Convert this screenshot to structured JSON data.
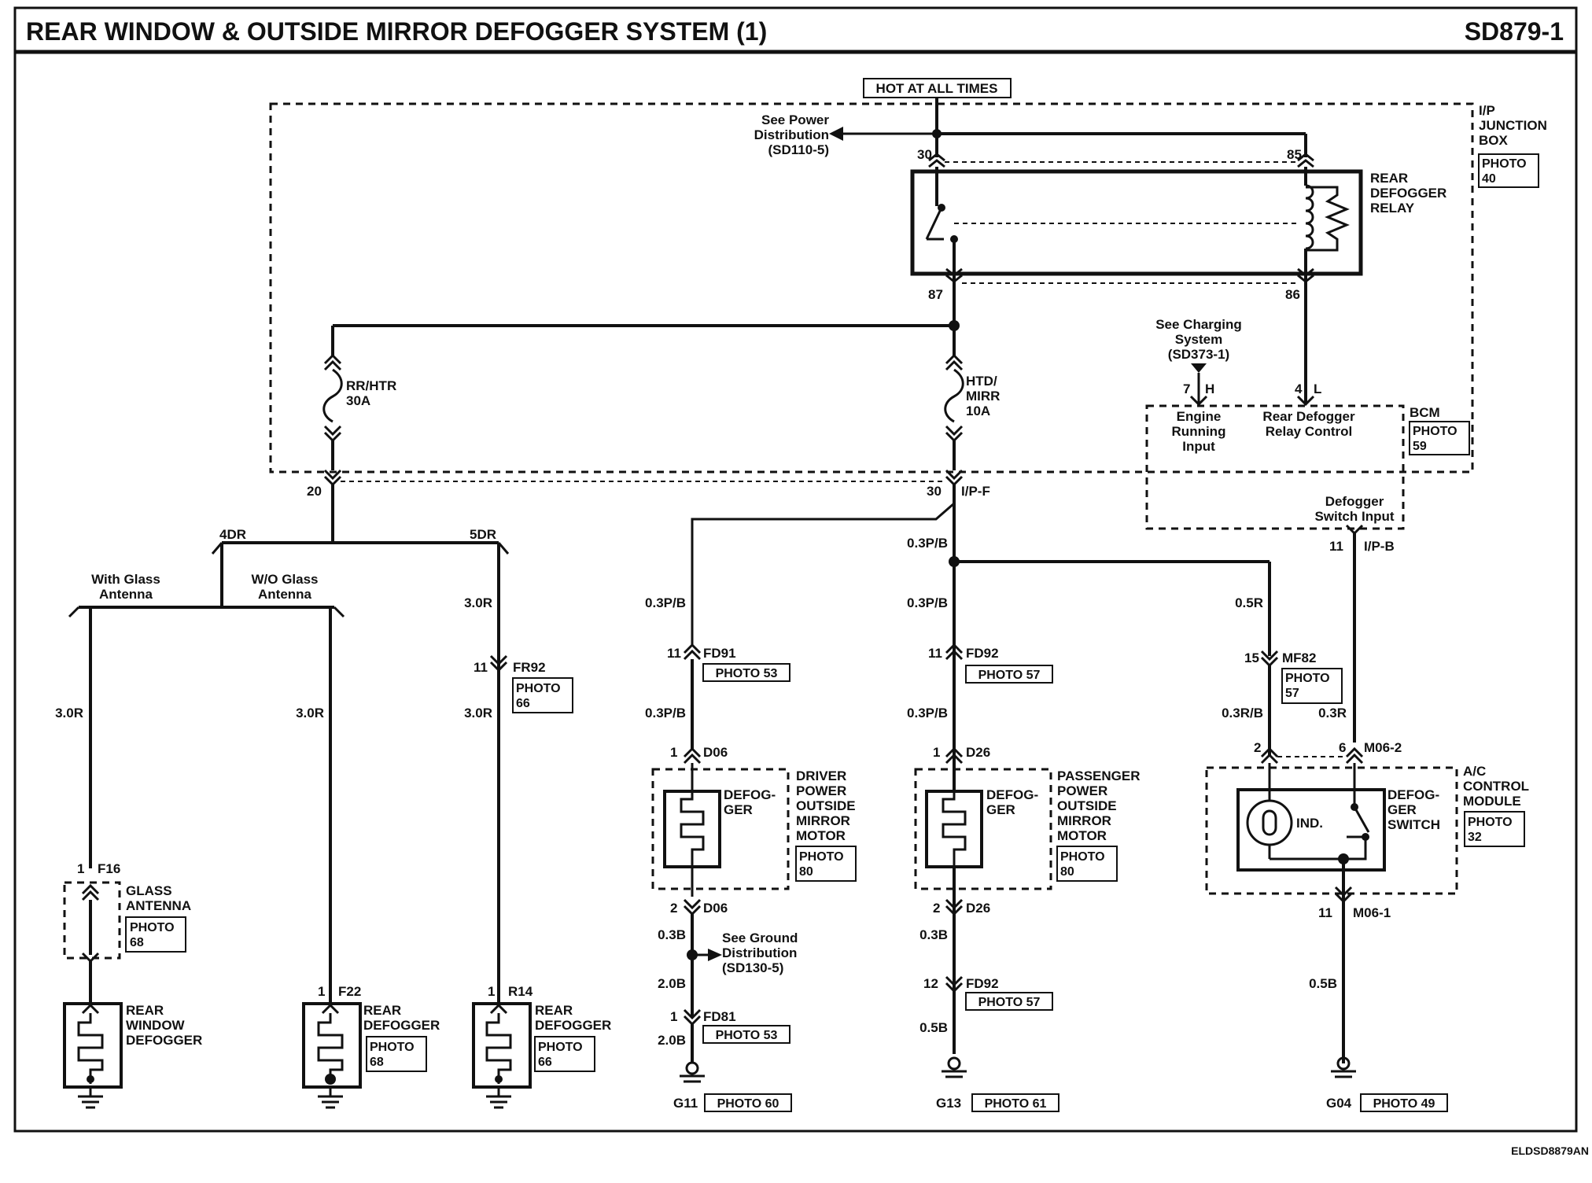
{
  "header": {
    "title": "REAR WINDOW & OUTSIDE MIRROR DEFOGGER SYSTEM (1)",
    "code": "SD879-1"
  },
  "footer": {
    "ref": "ELDSD8879AN"
  },
  "top": {
    "hot": "HOT AT ALL TIMES",
    "see_power": [
      "See Power",
      "Distribution",
      "(SD110-5)"
    ],
    "jbox": [
      "I/P",
      "JUNCTION",
      "BOX"
    ],
    "jbox_photo": [
      "PHOTO",
      "40"
    ],
    "pin30": "30",
    "pin85": "85",
    "pin87": "87",
    "pin86": "86",
    "relay": [
      "REAR",
      "DEFOGGER",
      "RELAY"
    ]
  },
  "fuses": {
    "rrhtr": [
      "RR/HTR",
      "30A"
    ],
    "htd": [
      "HTD/",
      "MIRR",
      "10A"
    ],
    "pin20": "20",
    "pin30": "30",
    "ipf": "I/P-F"
  },
  "bcm": {
    "see_charging": [
      "See Charging",
      "System",
      "(SD373-1)"
    ],
    "pin7": "7",
    "pinH": "H",
    "pin4": "4",
    "pinL": "L",
    "engine": [
      "Engine",
      "Running",
      "Input"
    ],
    "relay_ctrl": [
      "Rear Defogger",
      "Relay Control"
    ],
    "label": "BCM",
    "photo": [
      "PHOTO",
      "59"
    ],
    "switch_input": [
      "Defogger",
      "Switch Input"
    ],
    "pin11": "11",
    "ipb": "I/P-B"
  },
  "left": {
    "dr4": "4DR",
    "dr5": "5DR",
    "with_glass": [
      "With Glass",
      "Antenna"
    ],
    "wo_glass": [
      "W/O Glass",
      "Antenna"
    ],
    "wire_30r": "3.0R",
    "fr92": "FR92",
    "pin11": "11",
    "fr92_photo": [
      "PHOTO",
      "66"
    ],
    "f16": "F16",
    "pin1": "1",
    "glass_ant": [
      "GLASS",
      "ANTENNA"
    ],
    "glass_photo": [
      "PHOTO",
      "68"
    ],
    "rear_window": [
      "REAR",
      "WINDOW",
      "DEFOGGER"
    ],
    "f22": "F22",
    "r14": "R14",
    "rear_def": [
      "REAR",
      "DEFOGGER"
    ],
    "f22_photo": [
      "PHOTO",
      "68"
    ],
    "r14_photo": [
      "PHOTO",
      "66"
    ]
  },
  "driver": {
    "wire_top": "0.3P/B",
    "pin11": "11",
    "fd91": "FD91",
    "fd91_photo": "PHOTO 53",
    "wire_mid": "0.3P/B",
    "pin1": "1",
    "d06": "D06",
    "defog": [
      "DEFOG-",
      "GER"
    ],
    "motor": [
      "DRIVER",
      "POWER",
      "OUTSIDE",
      "MIRROR",
      "MOTOR"
    ],
    "motor_photo": [
      "PHOTO",
      "80"
    ],
    "pin2": "2",
    "d06b": "D06",
    "wire_03b": "0.3B",
    "see_ground": [
      "See Ground",
      "Distribution",
      "(SD130-5)"
    ],
    "wire_20b": "2.0B",
    "pin1b": "1",
    "fd81": "FD81",
    "fd81_photo": "PHOTO 53",
    "wire_20b2": "2.0B",
    "g11": "G11",
    "g11_photo": "PHOTO 60"
  },
  "passenger": {
    "wire_top": "0.3P/B",
    "wire_a": "0.3P/B",
    "pin11": "11",
    "fd92": "FD92",
    "fd92_photo": "PHOTO 57",
    "wire_mid": "0.3P/B",
    "pin1": "1",
    "d26": "D26",
    "defog": [
      "DEFOG-",
      "GER"
    ],
    "motor": [
      "PASSENGER",
      "POWER",
      "OUTSIDE",
      "MIRROR",
      "MOTOR"
    ],
    "motor_photo": [
      "PHOTO",
      "80"
    ],
    "pin2": "2",
    "d26b": "D26",
    "wire_03b": "0.3B",
    "pin12": "12",
    "fd92b": "FD92",
    "fd92b_photo": "PHOTO 57",
    "wire_05b": "0.5B",
    "g13": "G13",
    "g13_photo": "PHOTO 61"
  },
  "ac": {
    "wire_05r": "0.5R",
    "pin15": "15",
    "mf82": "MF82",
    "mf82_photo": [
      "PHOTO",
      "57"
    ],
    "wire_03rb": "0.3R/B",
    "wire_03r": "0.3R",
    "pin2": "2",
    "pin6": "6",
    "m06_2": "M06-2",
    "ind": "IND.",
    "switch": [
      "DEFOG-",
      "GER",
      "SWITCH"
    ],
    "module": [
      "A/C",
      "CONTROL",
      "MODULE"
    ],
    "module_photo": [
      "PHOTO",
      "32"
    ],
    "pin11": "11",
    "m06_1": "M06-1",
    "wire_05b": "0.5B",
    "g04": "G04",
    "g04_photo": "PHOTO 49"
  }
}
